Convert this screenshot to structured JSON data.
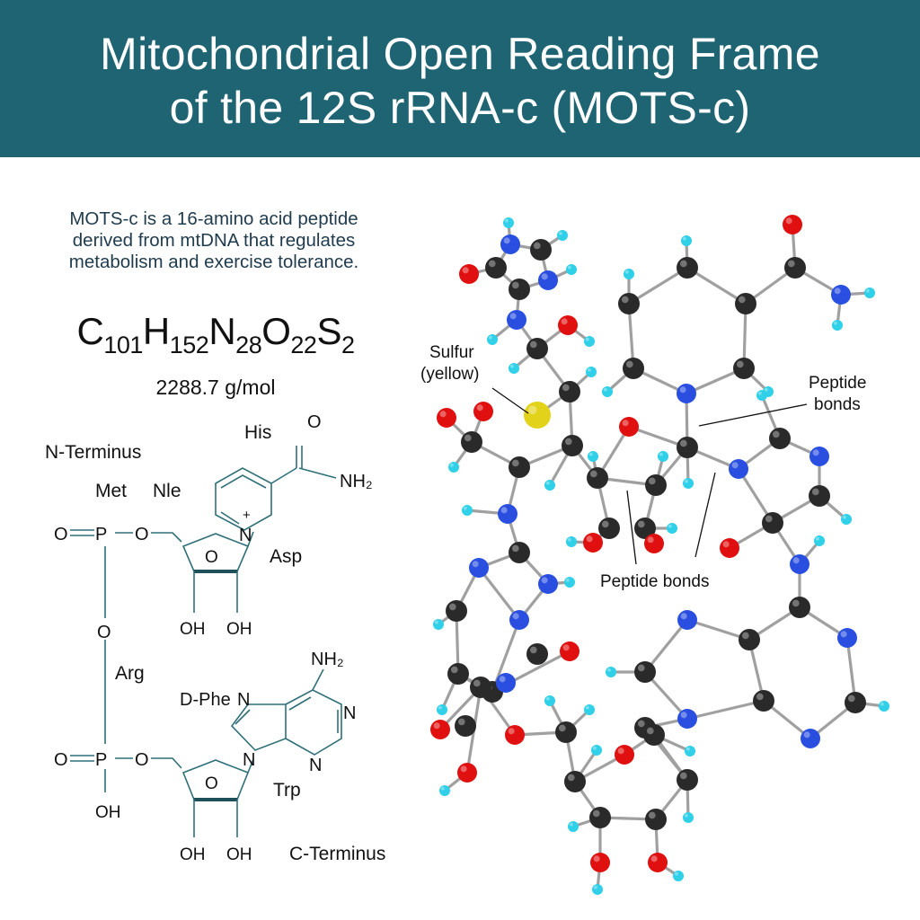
{
  "title": {
    "line1": "Mitochondrial Open Reading Frame",
    "line2": "of the 12S rRNA-c (MOTS-c)"
  },
  "description": [
    "MOTS-c is a 16-amino acid peptide",
    "derived from mtDNA that regulates",
    "metabolism and exercise tolerance."
  ],
  "formula": {
    "parts": [
      {
        "el": "C",
        "n": "101"
      },
      {
        "el": "H",
        "n": "152"
      },
      {
        "el": "N",
        "n": "28"
      },
      {
        "el": "O",
        "n": "22"
      },
      {
        "el": "S",
        "n": "2"
      }
    ]
  },
  "molar_mass": "2288.7 g/mol",
  "structure_labels": {
    "n_terminus": "N-Terminus",
    "met": "Met",
    "nle": "Nle",
    "his": "His",
    "asp": "Asp",
    "arg": "Arg",
    "d_phe": "D-Phe",
    "trp": "Trp",
    "c_terminus": "C-Terminus"
  },
  "atom_labels": {
    "o": "O",
    "p": "P",
    "n": "N",
    "oh": "OH",
    "nh2": "NH₂",
    "plus": "+"
  },
  "callouts": {
    "sulfur": [
      "Sulfur",
      "(yellow)"
    ],
    "peptide_bonds_top": [
      "Peptide",
      "bonds"
    ],
    "peptide_bonds_bottom": "Peptide bonds"
  },
  "colors": {
    "banner": "#1f6473",
    "carbon": "#2a2a2a",
    "oxygen": "#e01010",
    "nitrogen": "#2a4fe0",
    "hydrogen": "#2fd0e8",
    "sulfur": "#e2d21a",
    "bond_line": "#9a9a9a",
    "structure_line": "#2f6f78"
  }
}
